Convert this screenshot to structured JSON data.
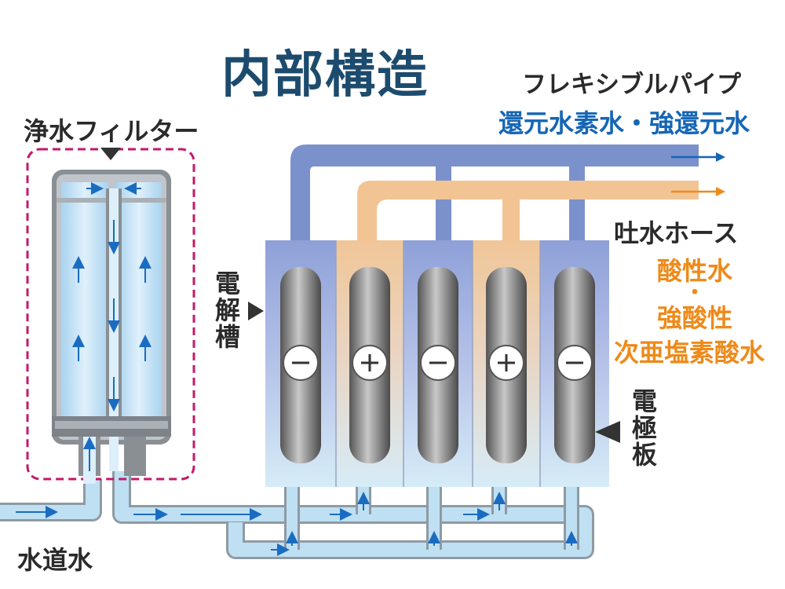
{
  "title": "内部構造",
  "labels": {
    "filter": "浄水フィルター",
    "flexible_pipe": "フレキシブルパイプ",
    "reduced_water": "還元水素水・強還元水",
    "spout_hose": "吐水ホース",
    "acid_water_line1": "酸性水",
    "acid_water_dot": "・",
    "acid_water_line2": "強酸性",
    "acid_water_line3": "次亜塩素酸水",
    "electrolysis_tank": "電解槽",
    "electrode_plate": "電極板",
    "tap_water": "水道水"
  },
  "electrodes": [
    {
      "polarity": "minus",
      "symbol": "−"
    },
    {
      "polarity": "plus",
      "symbol": "+"
    },
    {
      "polarity": "minus",
      "symbol": "−"
    },
    {
      "polarity": "plus",
      "symbol": "+"
    },
    {
      "polarity": "minus",
      "symbol": "−"
    }
  ],
  "colors": {
    "title": "#1c4b6e",
    "reduced_pipe": "#7b91cc",
    "acid_pipe": "#f3c493",
    "reduced_text": "#1566b5",
    "acid_text": "#ee8a1a",
    "filter_outline": "#c21a6a",
    "flow_arrow": "#1a6cc0",
    "water_pipe": "#bfe0f3"
  },
  "icons": [
    "flow-arrow-icon",
    "pointer-triangle-icon",
    "minus-sign-icon",
    "plus-sign-icon"
  ]
}
